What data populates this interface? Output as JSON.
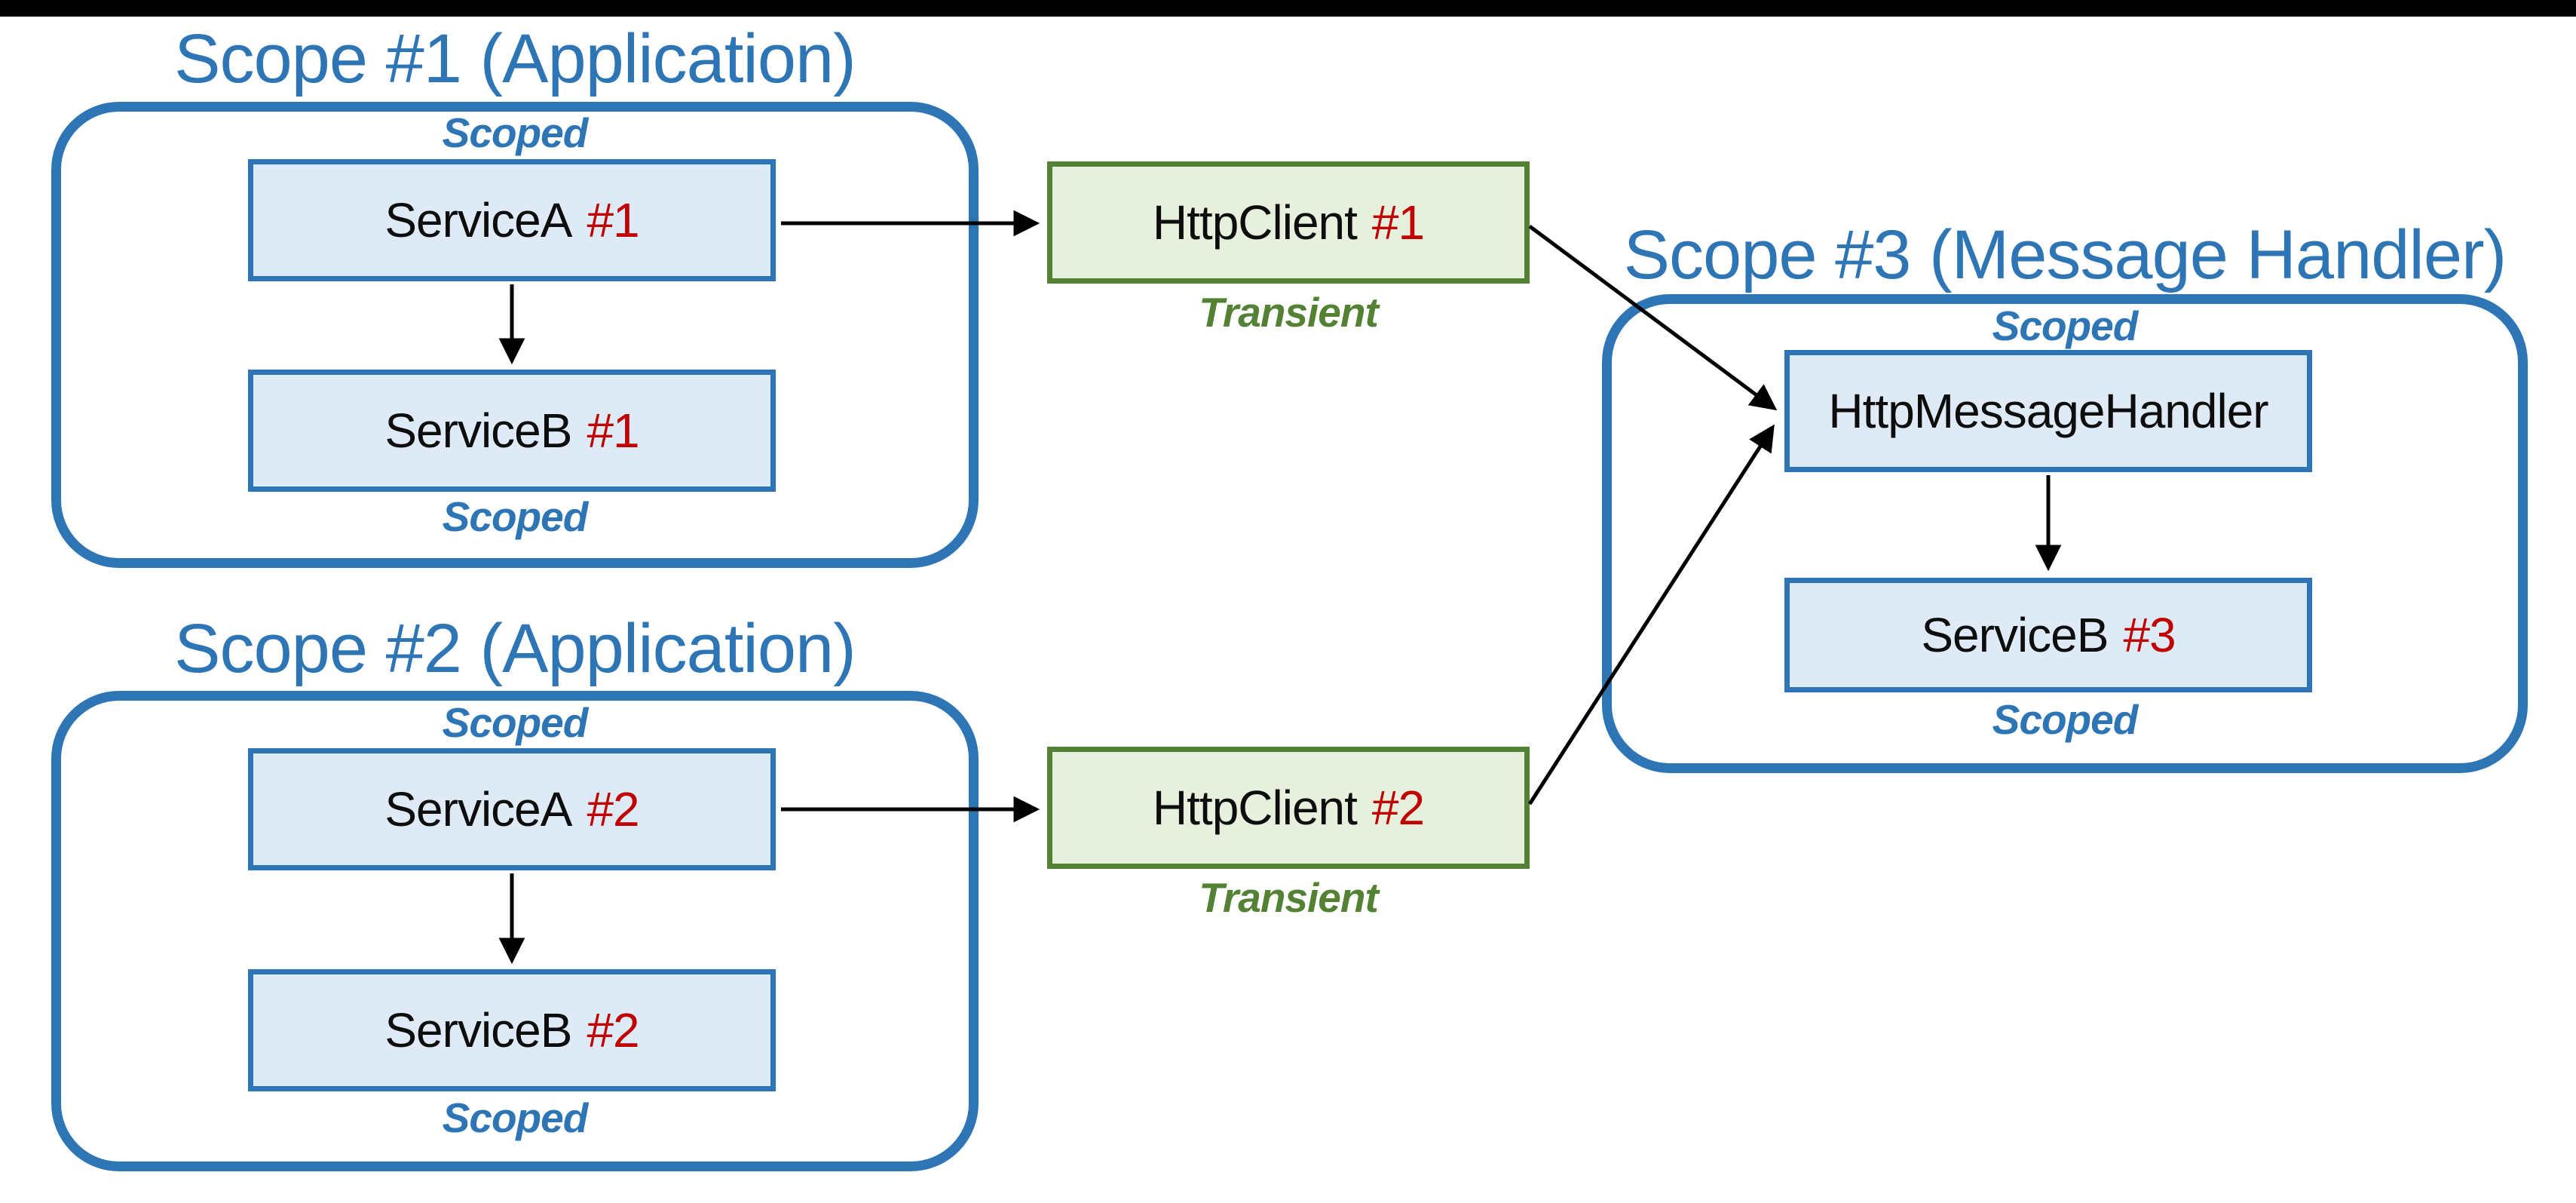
{
  "diagram": {
    "topic": "HttpClient dependency-injection scopes"
  },
  "colors": {
    "blue": "#2E75B6",
    "box_fill": "#DEEAF6",
    "green_border": "#548235",
    "green_fill": "#E6F0DD",
    "red": "#C00000",
    "arrow": "#000000",
    "top_bar": "#000000"
  },
  "scopes": [
    {
      "title": "Scope #1 (Application)",
      "scoped_top": "Scoped",
      "scoped_bottom": "Scoped",
      "boxes": [
        {
          "name": "ServiceA",
          "instance": "#1"
        },
        {
          "name": "ServiceB",
          "instance": "#1"
        }
      ]
    },
    {
      "title": "Scope #2 (Application)",
      "scoped_top": "Scoped",
      "scoped_bottom": "Scoped",
      "boxes": [
        {
          "name": "ServiceA",
          "instance": "#2"
        },
        {
          "name": "ServiceB",
          "instance": "#2"
        }
      ]
    },
    {
      "title": "Scope #3 (Message Handler)",
      "scoped_top": "Scoped",
      "scoped_bottom": "Scoped",
      "boxes": [
        {
          "name": "HttpMessageHandler",
          "instance": ""
        },
        {
          "name": "ServiceB",
          "instance": "#3"
        }
      ]
    }
  ],
  "clients": [
    {
      "name": "HttpClient",
      "instance": "#1",
      "lifetime": "Transient"
    },
    {
      "name": "HttpClient",
      "instance": "#2",
      "lifetime": "Transient"
    }
  ]
}
